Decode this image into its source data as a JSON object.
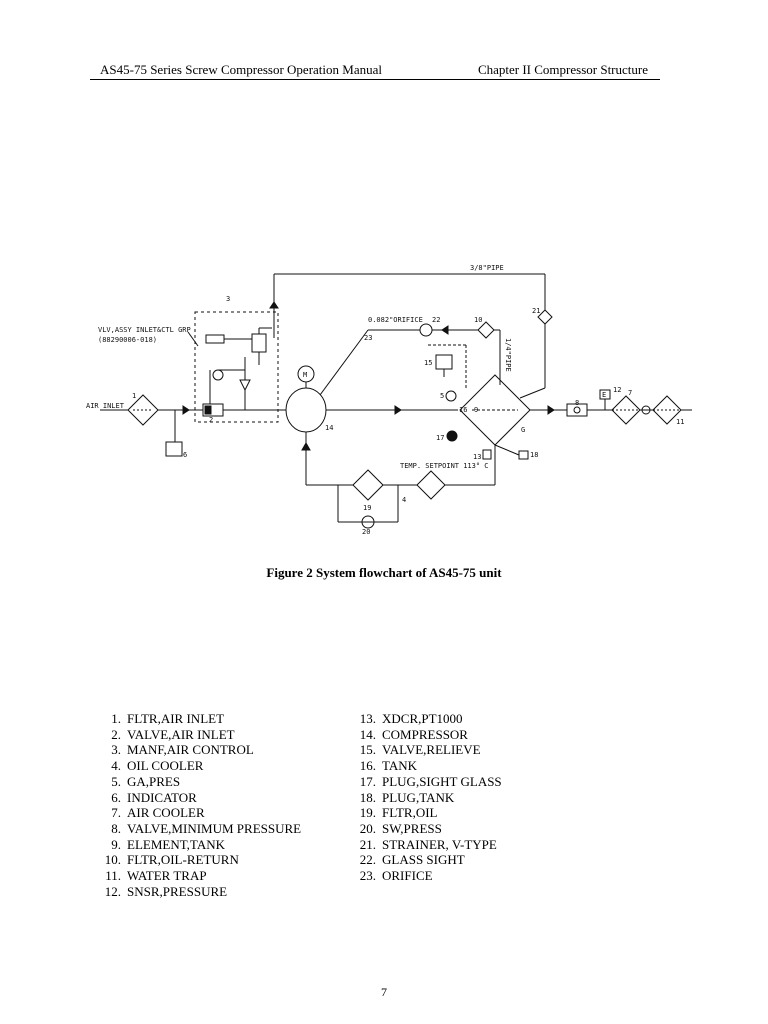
{
  "header": {
    "left": "AS45-75 Series Screw Compressor Operation Manual",
    "right": "Chapter II Compressor Structure"
  },
  "diagram": {
    "labels": {
      "pipe_3_8": "3/8\"PIPE",
      "vlv_assy": "VLV,ASSY INLET&CTL GRP",
      "vlv_assy_pn": "(88290006-018)",
      "orifice": "0.082\"ORIFICE",
      "pipe_1_4": "1/4\"PIPE",
      "air_inlet": "AIR INLET",
      "temp_setpoint": "TEMP. SETPOINT 113° C",
      "motor": "M",
      "g": "G",
      "e": "E",
      "n1": "1",
      "n2": "2",
      "n3": "3",
      "n4": "4",
      "n5": "5",
      "n6": "6",
      "n7": "7",
      "n8": "8",
      "n9": "9",
      "n10": "10",
      "n11": "11",
      "n12": "12",
      "n13": "13",
      "n14": "14",
      "n15": "15",
      "n16": "16",
      "n17": "17",
      "n18": "18",
      "n19": "19",
      "n20": "20",
      "n21": "21",
      "n22": "22",
      "n23": "23"
    }
  },
  "caption": "Figure 2 System flowchart of AS45-75 unit",
  "parts_left": [
    {
      "num": "1.",
      "name": "FLTR,AIR INLET"
    },
    {
      "num": "2.",
      "name": "VALVE,AIR INLET"
    },
    {
      "num": "3.",
      "name": "MANF,AIR CONTROL"
    },
    {
      "num": "4.",
      "name": "OIL COOLER"
    },
    {
      "num": "5.",
      "name": "GA,PRES"
    },
    {
      "num": "6.",
      "name": "INDICATOR"
    },
    {
      "num": "7.",
      "name": "AIR COOLER"
    },
    {
      "num": "8.",
      "name": "VALVE,MINIMUM PRESSURE"
    },
    {
      "num": "9.",
      "name": "ELEMENT,TANK"
    },
    {
      "num": "10.",
      "name": "FLTR,OIL-RETURN"
    },
    {
      "num": "11.",
      "name": "WATER TRAP"
    },
    {
      "num": "12.",
      "name": "SNSR,PRESSURE"
    }
  ],
  "parts_right": [
    {
      "num": "13.",
      "name": "XDCR,PT1000"
    },
    {
      "num": "14.",
      "name": "COMPRESSOR"
    },
    {
      "num": "15.",
      "name": "VALVE,RELIEVE"
    },
    {
      "num": "16.",
      "name": "TANK"
    },
    {
      "num": "17.",
      "name": "PLUG,SIGHT GLASS"
    },
    {
      "num": "18.",
      "name": "PLUG,TANK"
    },
    {
      "num": "19.",
      "name": "FLTR,OIL"
    },
    {
      "num": "20.",
      "name": "SW,PRESS"
    },
    {
      "num": "21.",
      "name": "STRAINER, V-TYPE"
    },
    {
      "num": "22.",
      "name": "GLASS SIGHT"
    },
    {
      "num": "23.",
      "name": "ORIFICE"
    }
  ],
  "page_number": "7"
}
